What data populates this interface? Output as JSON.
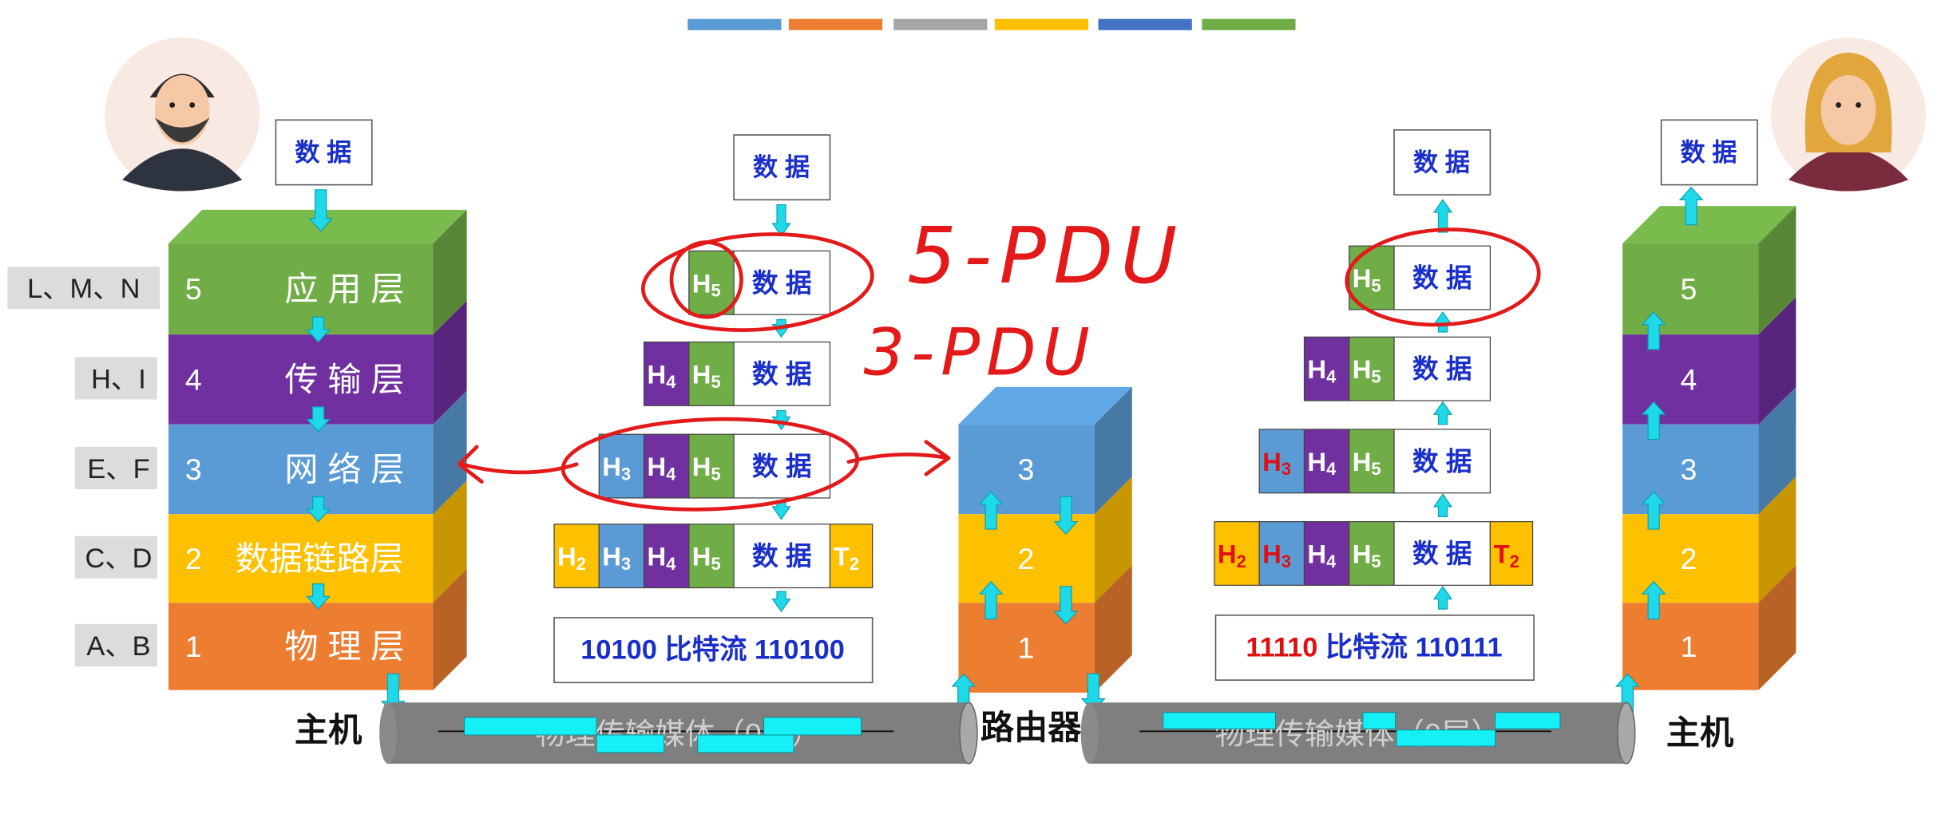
{
  "legend_colors": [
    "#5b9bd5",
    "#ed7d31",
    "#a5a5a5",
    "#ffc000",
    "#4472c4",
    "#70ad47"
  ],
  "layer_colors": {
    "5": "#70ad47",
    "4": "#7030a0",
    "3": "#5b9bd5",
    "2": "#ffc000",
    "1": "#ed7d31"
  },
  "header_colors": {
    "H5": "#70ad47",
    "H4": "#7030a0",
    "H3": "#5b9bd5",
    "H2": "#ffc000",
    "T2": "#ffc000"
  },
  "left_host": {
    "data_box": "数 据",
    "layers": [
      {
        "num": "5",
        "name": "应 用 层",
        "tag": "L、M、N"
      },
      {
        "num": "4",
        "name": "传 输 层",
        "tag": "H、I"
      },
      {
        "num": "3",
        "name": "网 络 层",
        "tag": "E、F"
      },
      {
        "num": "2",
        "name": "数据链路层",
        "tag": "C、D"
      },
      {
        "num": "1",
        "name": "物 理 层",
        "tag": "A、B"
      }
    ],
    "label": "主机"
  },
  "encapsulation": {
    "data_box": "数 据",
    "data_word": "数 据",
    "rows": [
      [
        "H5"
      ],
      [
        "H4",
        "H5"
      ],
      [
        "H3",
        "H4",
        "H5"
      ],
      [
        "H2",
        "H3",
        "H4",
        "H5",
        "T2"
      ]
    ],
    "bits": {
      "left": "10100",
      "mid": "比特流",
      "right": "110100"
    }
  },
  "router": {
    "layers": [
      "3",
      "2",
      "1"
    ],
    "label": "路由器"
  },
  "decapsulation": {
    "data_box": "数 据",
    "data_word": "数 据",
    "rows": [
      [
        "H5"
      ],
      [
        "H4",
        "H5"
      ],
      [
        "H3",
        "H4",
        "H5"
      ],
      [
        "H2",
        "H3",
        "H4",
        "H5",
        "T2"
      ]
    ],
    "bits": {
      "left": "11110",
      "mid": "比特流",
      "right": "110111"
    }
  },
  "right_host": {
    "data_box": "数 据",
    "layers": [
      "5",
      "4",
      "3",
      "2",
      "1"
    ],
    "label": "主机"
  },
  "media_label": "物理传输媒体（0层）",
  "annotations": {
    "pdu5": "5-PDU",
    "pdu3": "3-PDU"
  }
}
